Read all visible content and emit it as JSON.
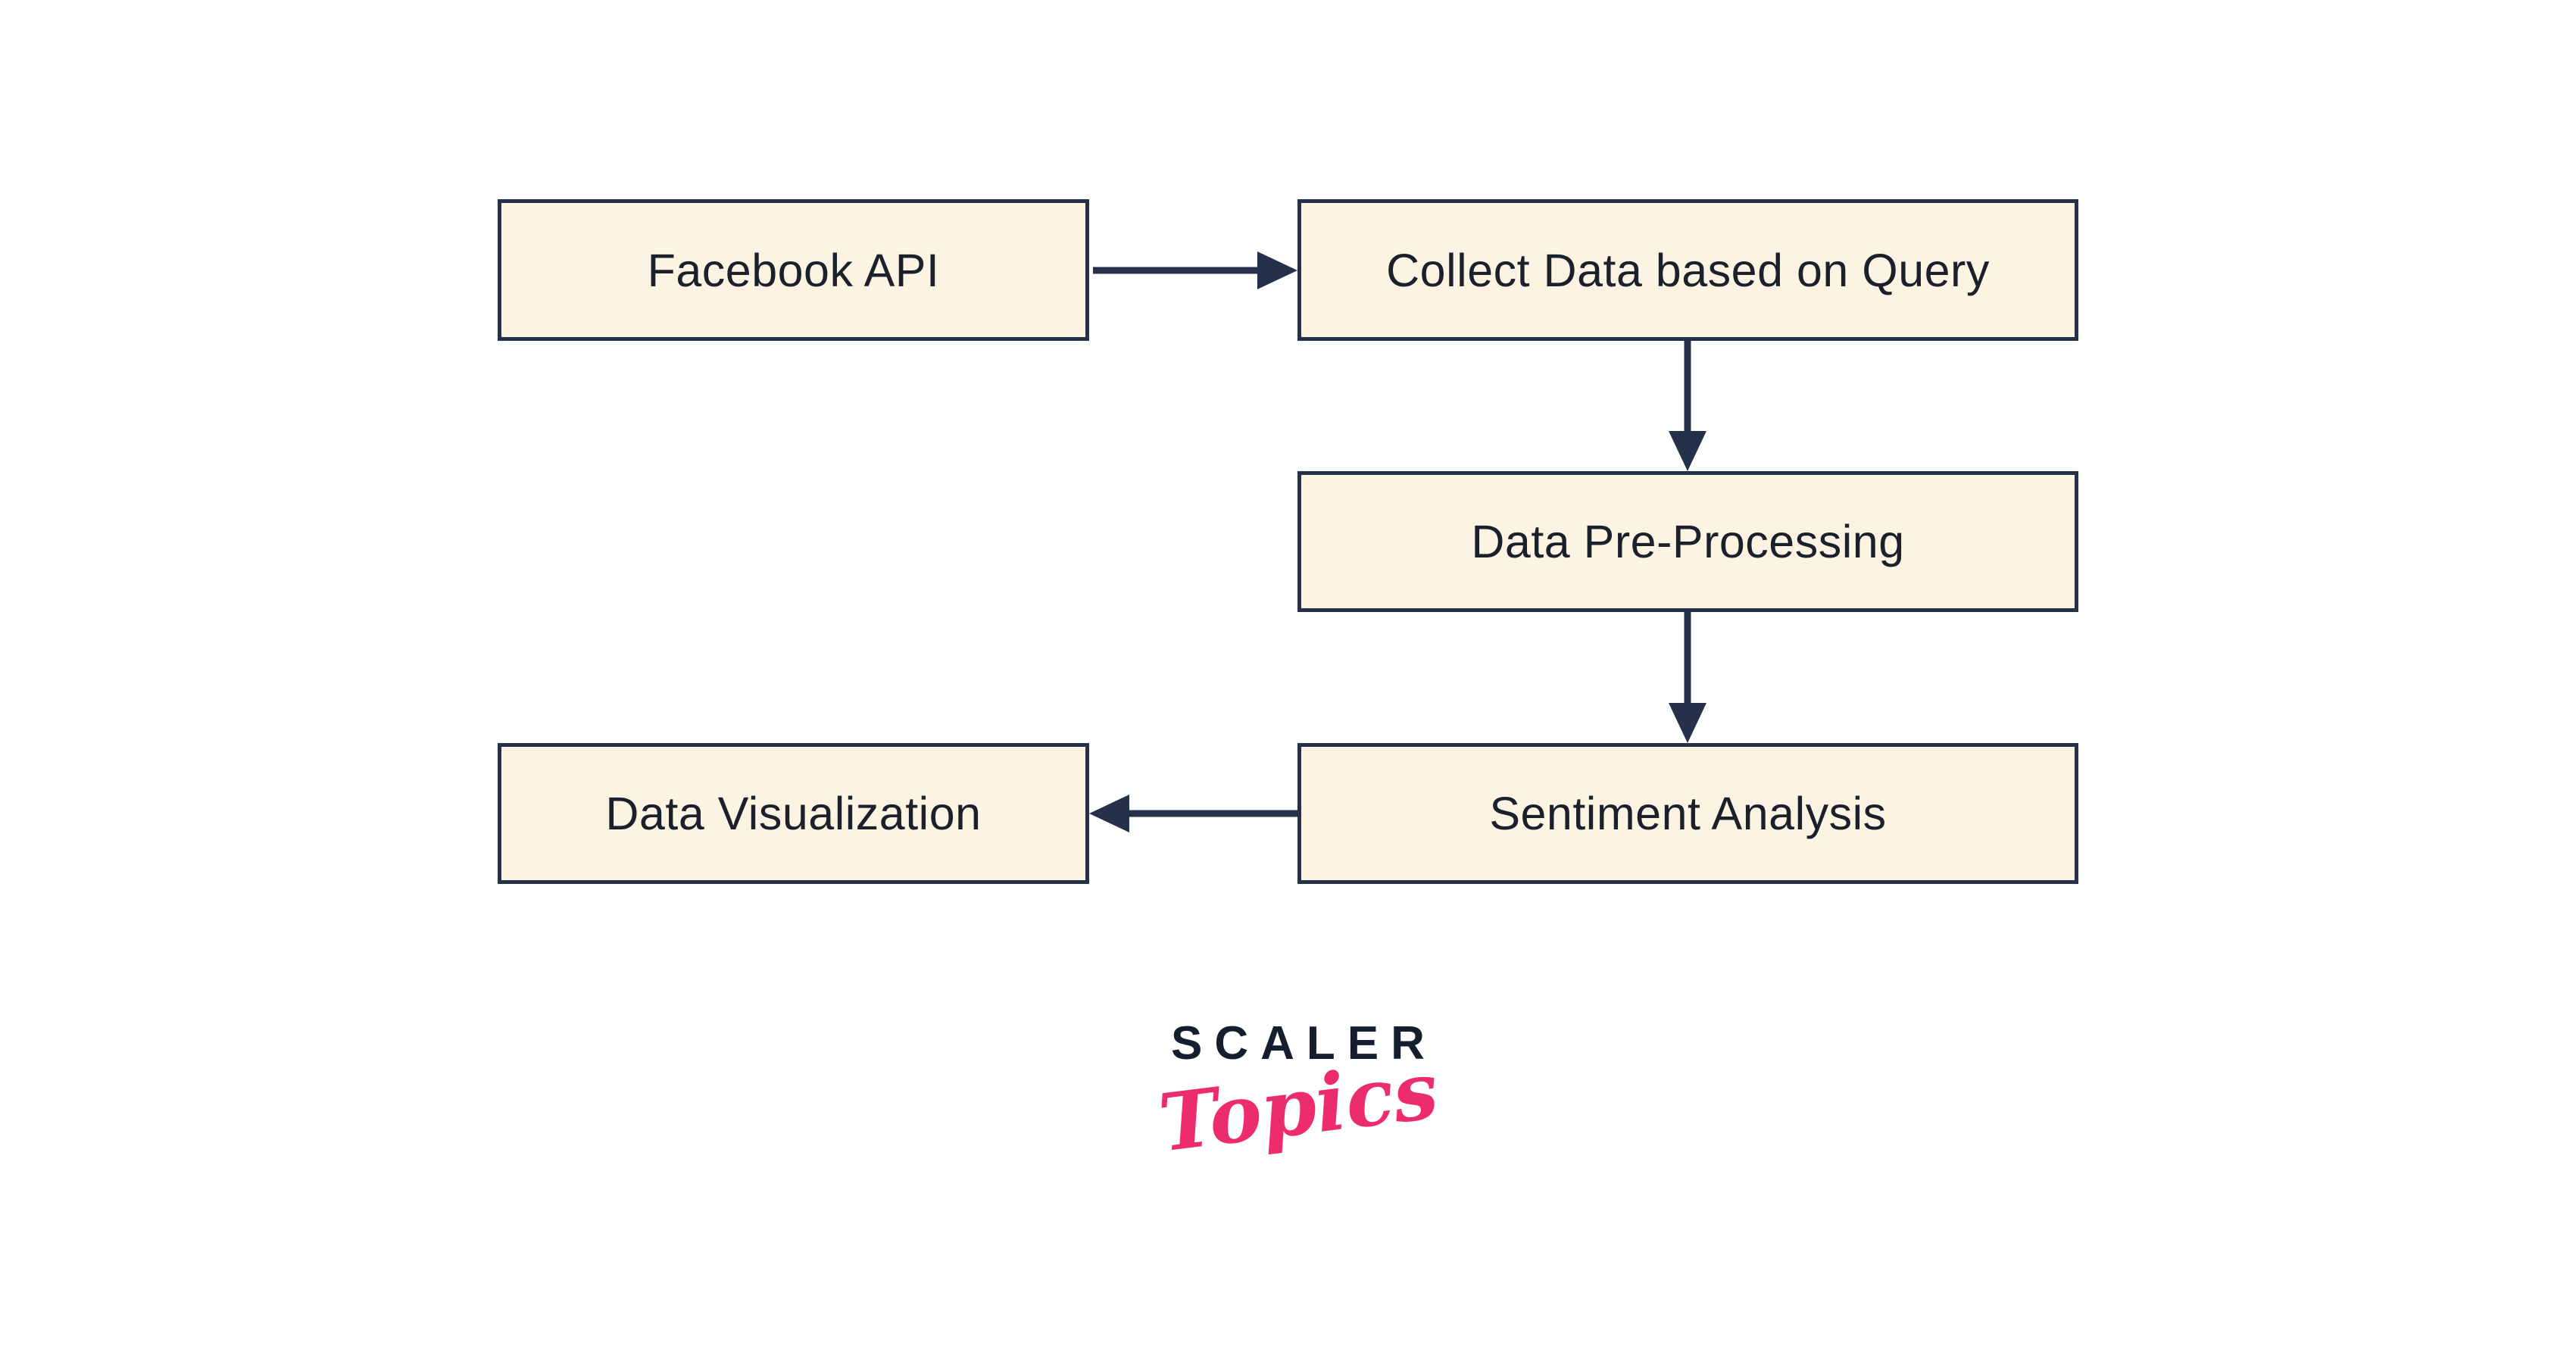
{
  "diagram": {
    "title": "Facebook sentiment analysis pipeline flowchart",
    "nodes": [
      {
        "id": "facebook-api",
        "label": "Facebook API"
      },
      {
        "id": "collect-data",
        "label": "Collect Data based on Query"
      },
      {
        "id": "data-pre-processing",
        "label": "Data Pre-Processing"
      },
      {
        "id": "sentiment-analysis",
        "label": "Sentiment Analysis"
      },
      {
        "id": "data-visualization",
        "label": "Data Visualization"
      }
    ],
    "edges": [
      {
        "from": "facebook-api",
        "to": "collect-data",
        "direction": "right"
      },
      {
        "from": "collect-data",
        "to": "data-pre-processing",
        "direction": "down"
      },
      {
        "from": "data-pre-processing",
        "to": "sentiment-analysis",
        "direction": "down"
      },
      {
        "from": "sentiment-analysis",
        "to": "data-visualization",
        "direction": "left"
      }
    ],
    "colors": {
      "node_fill": "#FDF3E3",
      "node_border": "#25304A",
      "node_text": "#1B212B",
      "arrow": "#25304A",
      "background": "#FFFFFF"
    }
  },
  "logo": {
    "brand": "SCALER",
    "sub": "Topics",
    "brand_color": "#141E2E",
    "sub_color": "#EC2C6F"
  }
}
